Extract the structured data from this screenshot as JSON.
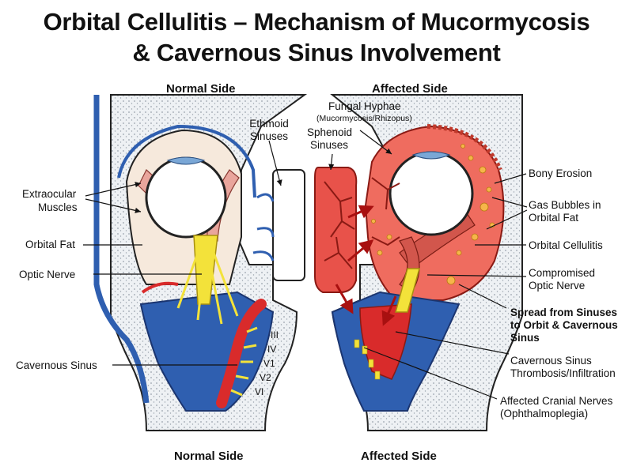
{
  "title_line1": "Orbital Cellulitis – Mechanism of Mucormycosis",
  "title_line2": "& Cavernous Sinus Involvement",
  "normal_side": "Normal Side",
  "affected_side": "Affected Side",
  "left_labels": {
    "extraocular_1": "Extraocular",
    "extraocular_2": "Muscles",
    "orbital_fat": "Orbital Fat",
    "optic_nerve": "Optic Nerve",
    "cavernous_sinus": "Cavernous Sinus",
    "ethmoid_1": "Ethmoid",
    "ethmoid_2": "Sinuses"
  },
  "cranial_nerves": [
    "III",
    "IV",
    "V1",
    "V2",
    "VI"
  ],
  "right_labels": {
    "fungal_hyphae": "Fungal Hyphae",
    "fungal_sub": "(Mucormycosis/Rhizopus)",
    "sphenoid_1": "Sphenoid",
    "sphenoid_2": "Sinuses",
    "bony_erosion": "Bony Erosion",
    "gas_1": "Gas Bubbles in",
    "gas_2": "Orbital Fat",
    "orbital_cellulitis": "Orbital Cellulitis",
    "compromised_1": "Compromised",
    "compromised_2": "Optic Nerve",
    "spread_1": "Spread from Sinuses",
    "spread_2": "to Orbit & Cavernous",
    "spread_3": "Sinus",
    "thrombosis_1": "Cavernous Sinus",
    "thrombosis_2": "Thrombosis/Infiltration",
    "affected_nerves_1": "Affected Cranial Nerves",
    "affected_nerves_2": "(Ophthalmoplegia)"
  },
  "colors": {
    "bone": "#eef1f4",
    "vein": "#2f5fb0",
    "artery": "#d92b2b",
    "nerve": "#f3e23a",
    "infection": "#e8524a",
    "infection_light": "#f4a39a",
    "fat": "#f6e9dc"
  }
}
